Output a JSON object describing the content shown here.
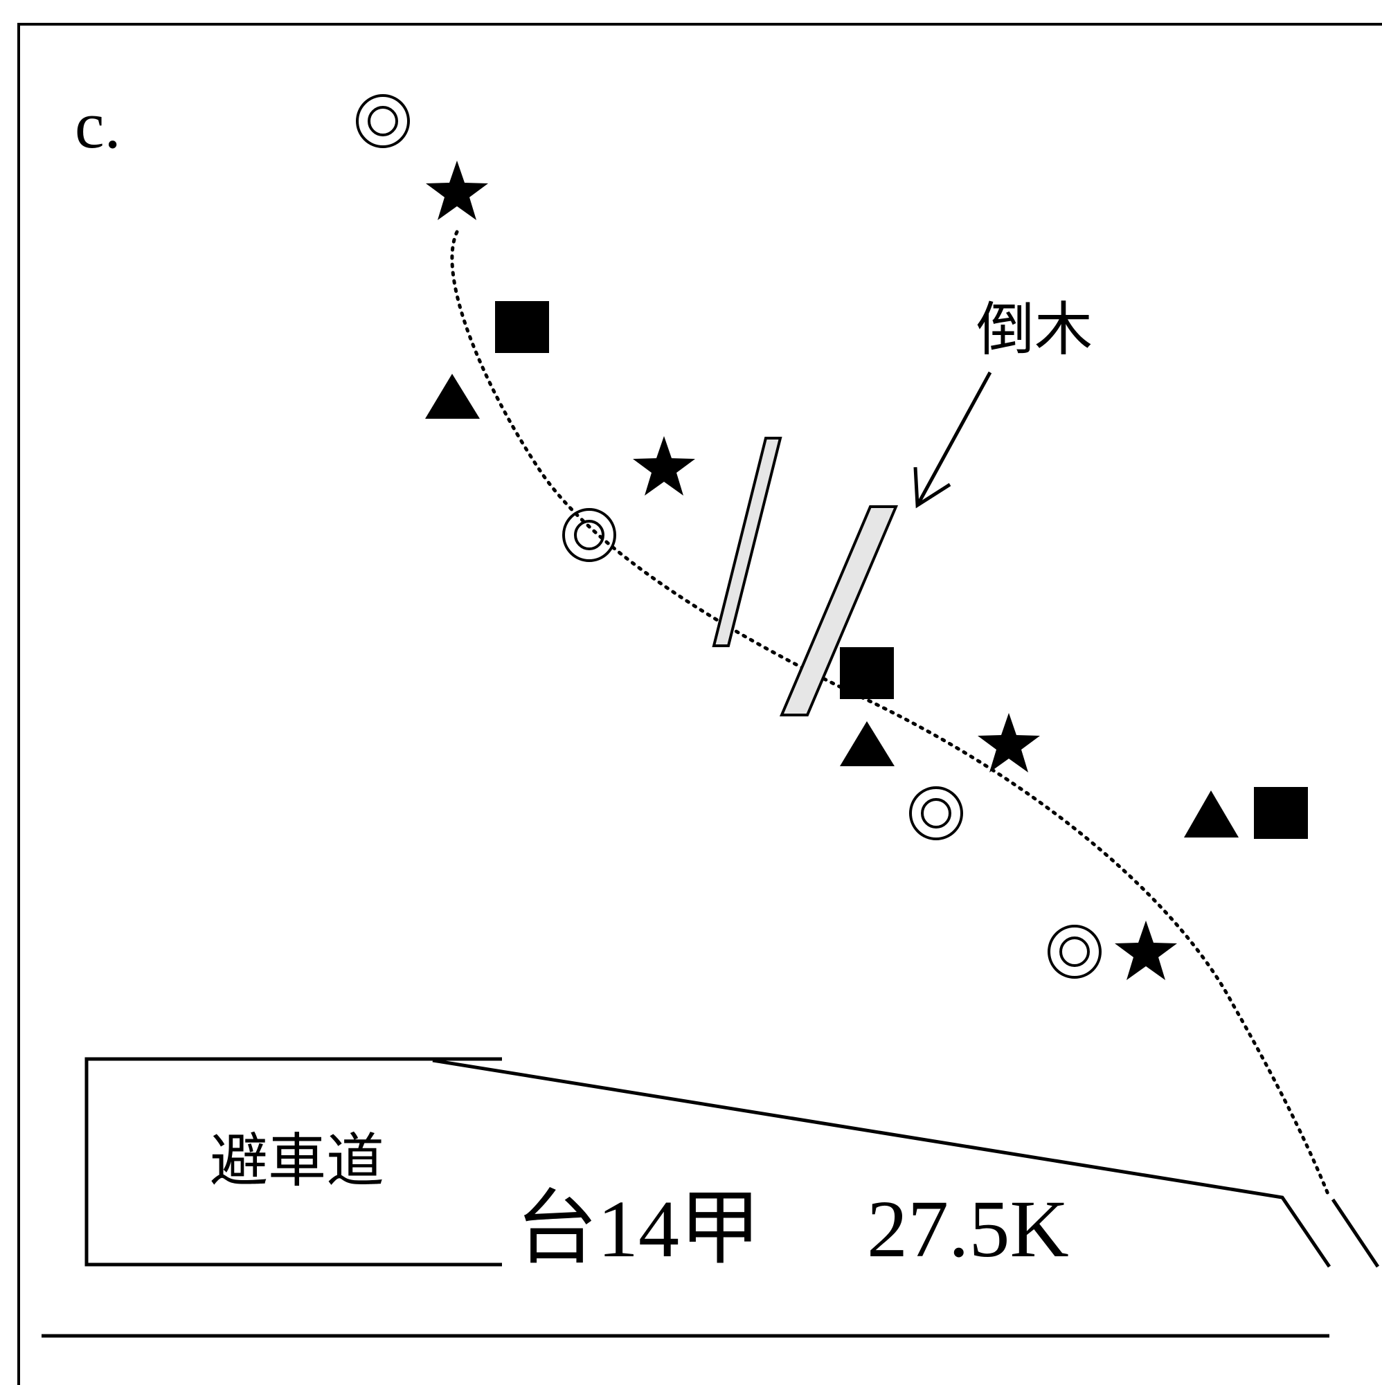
{
  "panel_label": "c.",
  "annotations": {
    "fallen_tree": "倒木",
    "turnout": "避車道",
    "road_marker": "台14甲",
    "road_km": "27.5K"
  },
  "colors": {
    "ink": "#000000",
    "log_fill": "#e6e6e6",
    "background": "#ffffff"
  },
  "symbol_types": [
    "double-circle",
    "star",
    "square",
    "triangle"
  ]
}
